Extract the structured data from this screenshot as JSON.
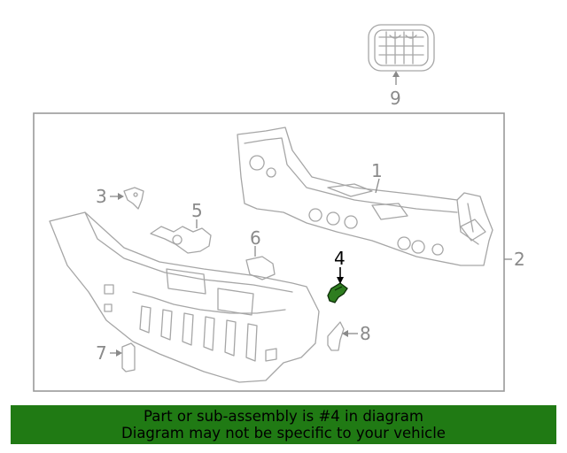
{
  "diagram": {
    "callouts": [
      "1",
      "2",
      "3",
      "4",
      "5",
      "6",
      "7",
      "8",
      "9"
    ],
    "highlighted_part": "4",
    "highlight_color": "#2e7d1f",
    "line_color": "#a6a6a6"
  },
  "banner": {
    "line1": "Part or sub-assembly is #4 in diagram",
    "line2": "Diagram may not be specific to your vehicle",
    "background": "#207a14"
  }
}
